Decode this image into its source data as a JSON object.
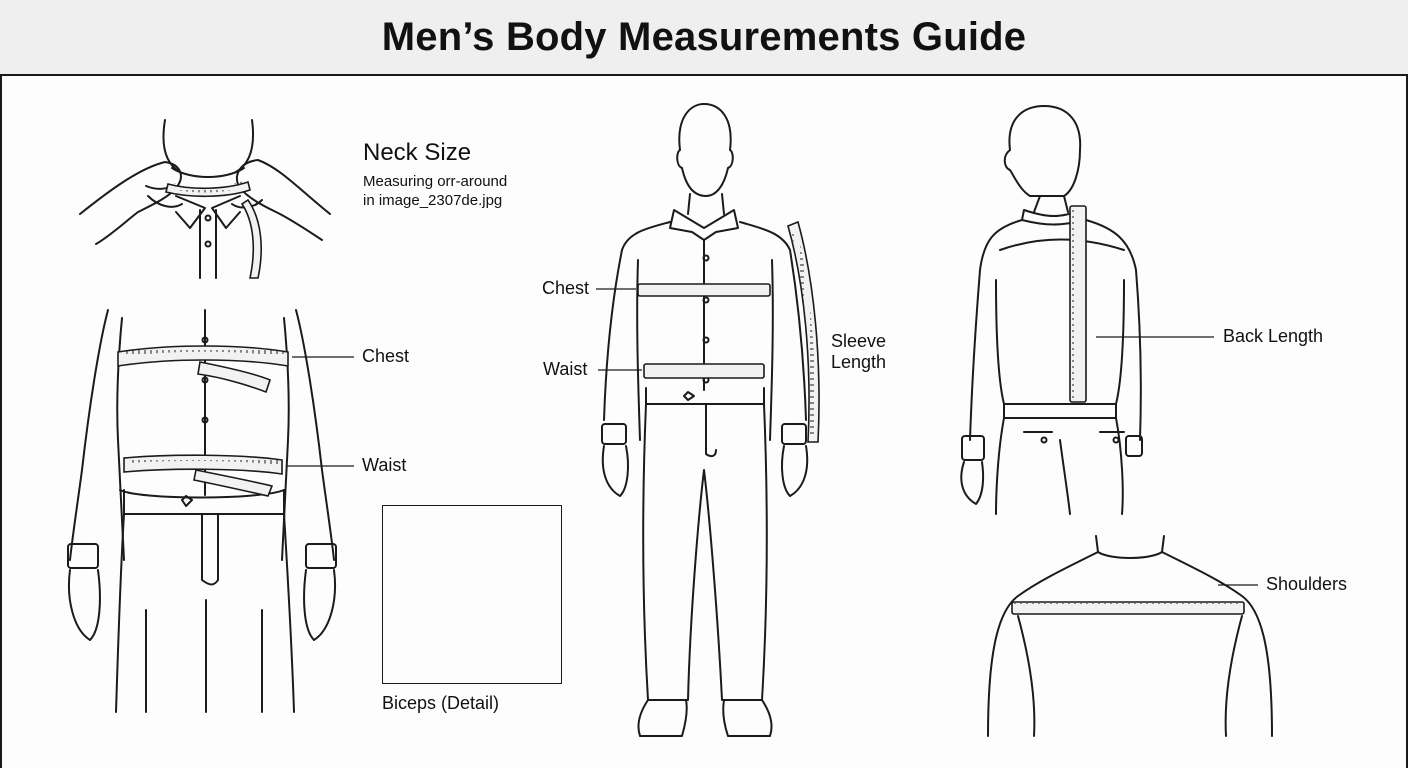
{
  "header": {
    "title": "Men’s Body Measurements Guide"
  },
  "neck": {
    "title": "Neck Size",
    "caption_line1": "Measuring orr-around",
    "caption_line2": "in image_2307de.jpg"
  },
  "front_left": {
    "chest_label": "Chest",
    "waist_label": "Waist"
  },
  "biceps": {
    "label": "Biceps (Detail)"
  },
  "front_center": {
    "chest_label": "Chest",
    "waist_label": "Waist",
    "sleeve_line1": "Sleeve",
    "sleeve_line2": "Length"
  },
  "back": {
    "back_length_label": "Back Length",
    "shoulders_label": "Shoulders"
  },
  "icons": [
    "neck-measure-illustration",
    "torso-front-illustration",
    "biceps-illustration",
    "full-body-front-illustration",
    "back-view-illustration",
    "shoulders-illustration",
    "tape-measure-icon"
  ]
}
